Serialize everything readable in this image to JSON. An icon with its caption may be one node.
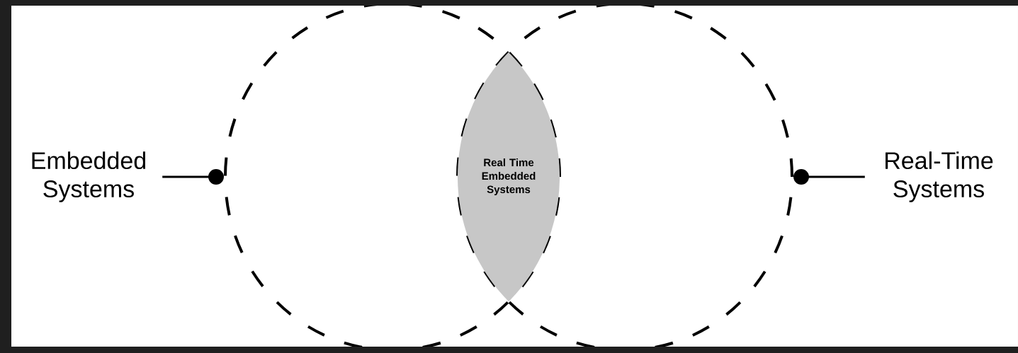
{
  "diagram": {
    "nodes": [
      {
        "text": [
          "Embedded Systems"
        ]
      },
      {
        "text": [],
        "shape": "circle"
      },
      {
        "text": [
          "Real Time Embedded Systems"
        ]
      },
      {
        "text": [],
        "shape": "circle"
      },
      {
        "text": [
          "Real-Time Systems"
        ]
      }
    ],
    "edges": [
      {
        "from": 0,
        "to": 1,
        "arrow": "other"
      },
      {
        "from": 4,
        "to": 3,
        "arrow": "other"
      }
    ]
  }
}
